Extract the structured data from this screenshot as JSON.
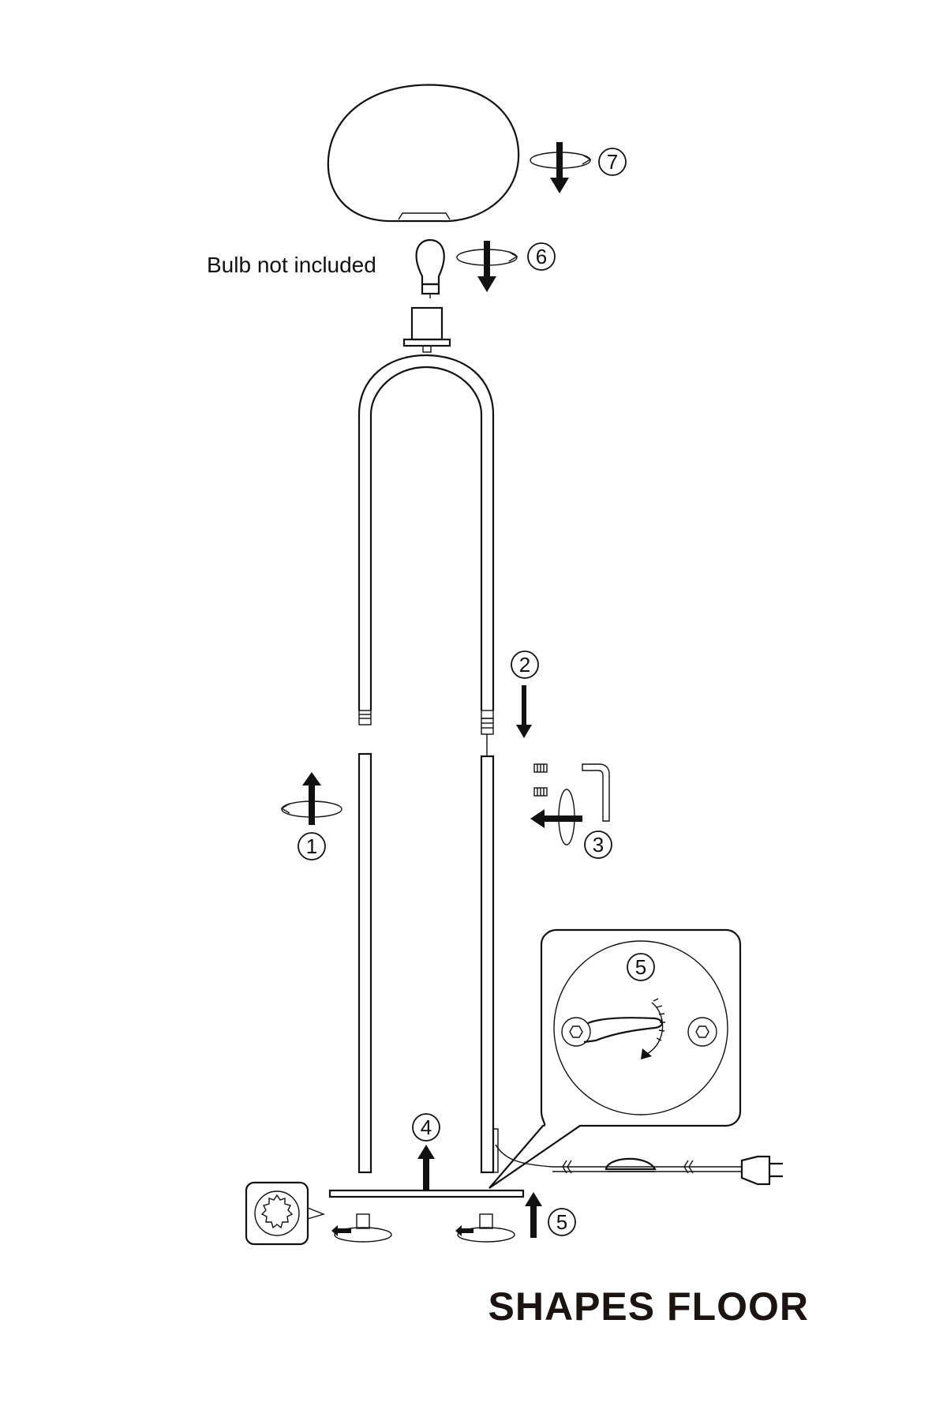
{
  "diagram": {
    "title": "SHAPES FLOOR",
    "bulb_note": "Bulb not included",
    "steps": {
      "s1": "1",
      "s2": "2",
      "s3": "3",
      "s4": "4",
      "s5a": "5",
      "s5b": "5",
      "s6": "6",
      "s7": "7"
    }
  }
}
